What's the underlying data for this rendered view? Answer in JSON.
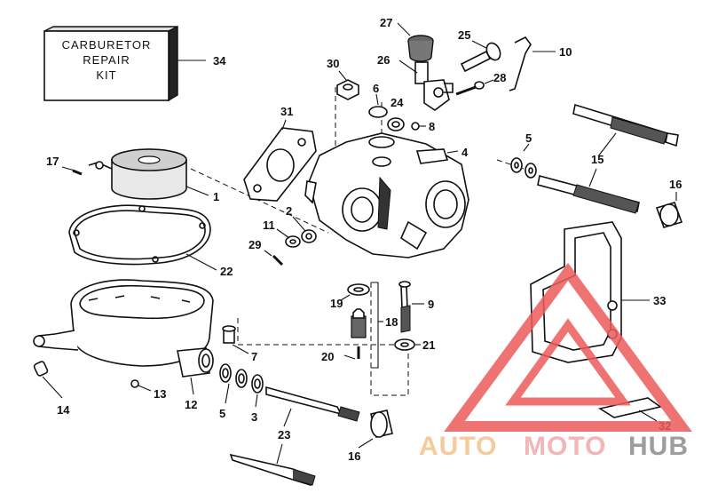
{
  "kit_box": {
    "line1": "CARBURETOR",
    "line2": "REPAIR",
    "line3": "KIT",
    "number": "34"
  },
  "callouts": {
    "c1": "1",
    "c2": "2",
    "c3": "3",
    "c4": "4",
    "c5a": "5",
    "c5b": "5",
    "c6": "6",
    "c7": "7",
    "c8": "8",
    "c9": "9",
    "c10": "10",
    "c11": "11",
    "c12": "12",
    "c13": "13",
    "c14": "14",
    "c15": "15",
    "c16a": "16",
    "c16b": "16",
    "c17": "17",
    "c18": "18",
    "c19": "19",
    "c20": "20",
    "c21": "21",
    "c22": "22",
    "c23": "23",
    "c24": "24",
    "c25": "25",
    "c26": "26",
    "c27": "27",
    "c28": "28",
    "c29": "29",
    "c30": "30",
    "c31": "31",
    "c32": "32",
    "c33": "33"
  },
  "watermark": {
    "part1": "AUTO",
    "part2": "MOTO",
    "part3": "HUB",
    "colors": {
      "auto": "#f3c38a",
      "moto": "#f2a9a9",
      "hub": "#8c8c8c",
      "triangle": "#ee5b5b"
    }
  }
}
